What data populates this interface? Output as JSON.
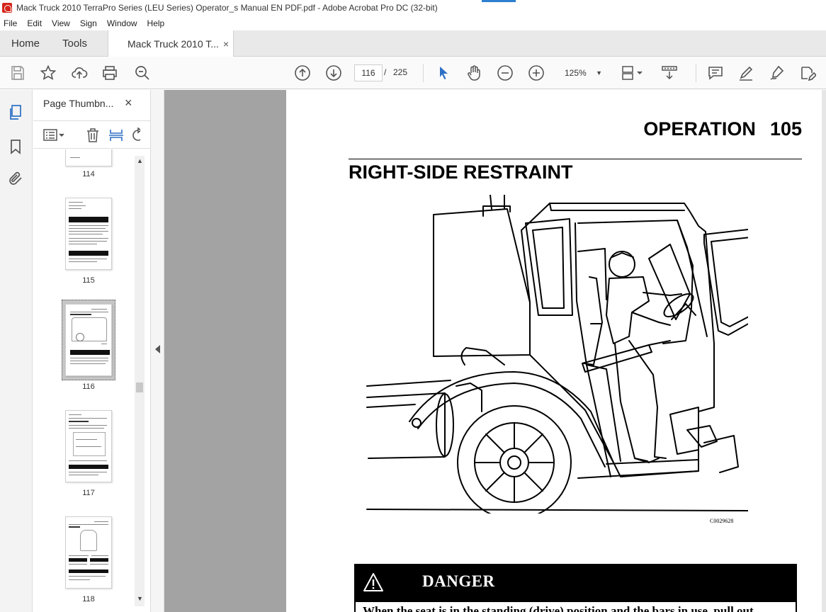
{
  "window": {
    "title": "Mack Truck 2010 TerraPro Series (LEU Series) Operator_s Manual EN PDF.pdf - Adobe Acrobat Pro DC (32-bit)"
  },
  "menu": [
    "File",
    "Edit",
    "View",
    "Sign",
    "Window",
    "Help"
  ],
  "tabs": {
    "home": "Home",
    "tools": "Tools",
    "doc": "Mack Truck 2010 T...",
    "close": "×"
  },
  "toolbar": {
    "current_page": "116",
    "separator": "/",
    "total_pages": "225",
    "zoom": "125%",
    "icons": [
      "save-icon",
      "star-icon",
      "upload-icon",
      "print-icon",
      "search-zoom-icon",
      "prev-page-icon",
      "next-page-icon",
      "select-cursor-icon",
      "hand-icon",
      "zoom-out-icon",
      "zoom-in-icon",
      "fit-page-icon",
      "scroll-mode-icon",
      "comment-icon",
      "highlight-icon",
      "sign-icon",
      "edit-pdf-icon"
    ]
  },
  "sidebar": {
    "panel_title": "Page Thumbn...",
    "close": "×",
    "thumbnails": [
      {
        "label": "114"
      },
      {
        "label": "115"
      },
      {
        "label": "116",
        "selected": true
      },
      {
        "label": "117"
      },
      {
        "label": "118"
      }
    ]
  },
  "page": {
    "header_section": "OPERATION",
    "header_number": "105",
    "title": "RIGHT-SIDE RESTRAINT",
    "figure_code": "C0029628",
    "danger_label": "DANGER",
    "body_partial": "When the seat is in the standing (drive) position and the bars in use, pull out"
  },
  "colors": {
    "accent": "#2d7fd0",
    "acrobat_red": "#d4251b",
    "doc_background": "#a3a3a3"
  }
}
